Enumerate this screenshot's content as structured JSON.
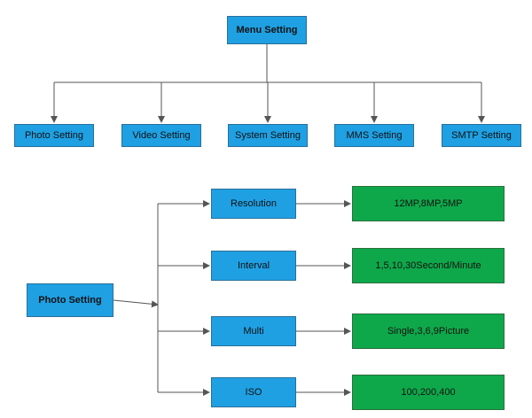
{
  "menu": {
    "root_label": "Menu Setting",
    "items": [
      {
        "label": "Photo Setting"
      },
      {
        "label": "Video Setting"
      },
      {
        "label": "System Setting"
      },
      {
        "label": "MMS Setting"
      },
      {
        "label": "SMTP Setting"
      }
    ]
  },
  "photo_setting": {
    "root_label": "Photo Setting",
    "options": [
      {
        "label": "Resolution",
        "value": "12MP,8MP,5MP"
      },
      {
        "label": "Interval",
        "value": "1,5,10,30Second/Minute"
      },
      {
        "label": "Multi",
        "value": "Single,3,6,9Picture"
      },
      {
        "label": "ISO",
        "value": "100,200,400"
      }
    ]
  },
  "colors": {
    "node_fill": "#1fa0e3",
    "value_fill": "#0ea84a",
    "connector": "#555555"
  }
}
